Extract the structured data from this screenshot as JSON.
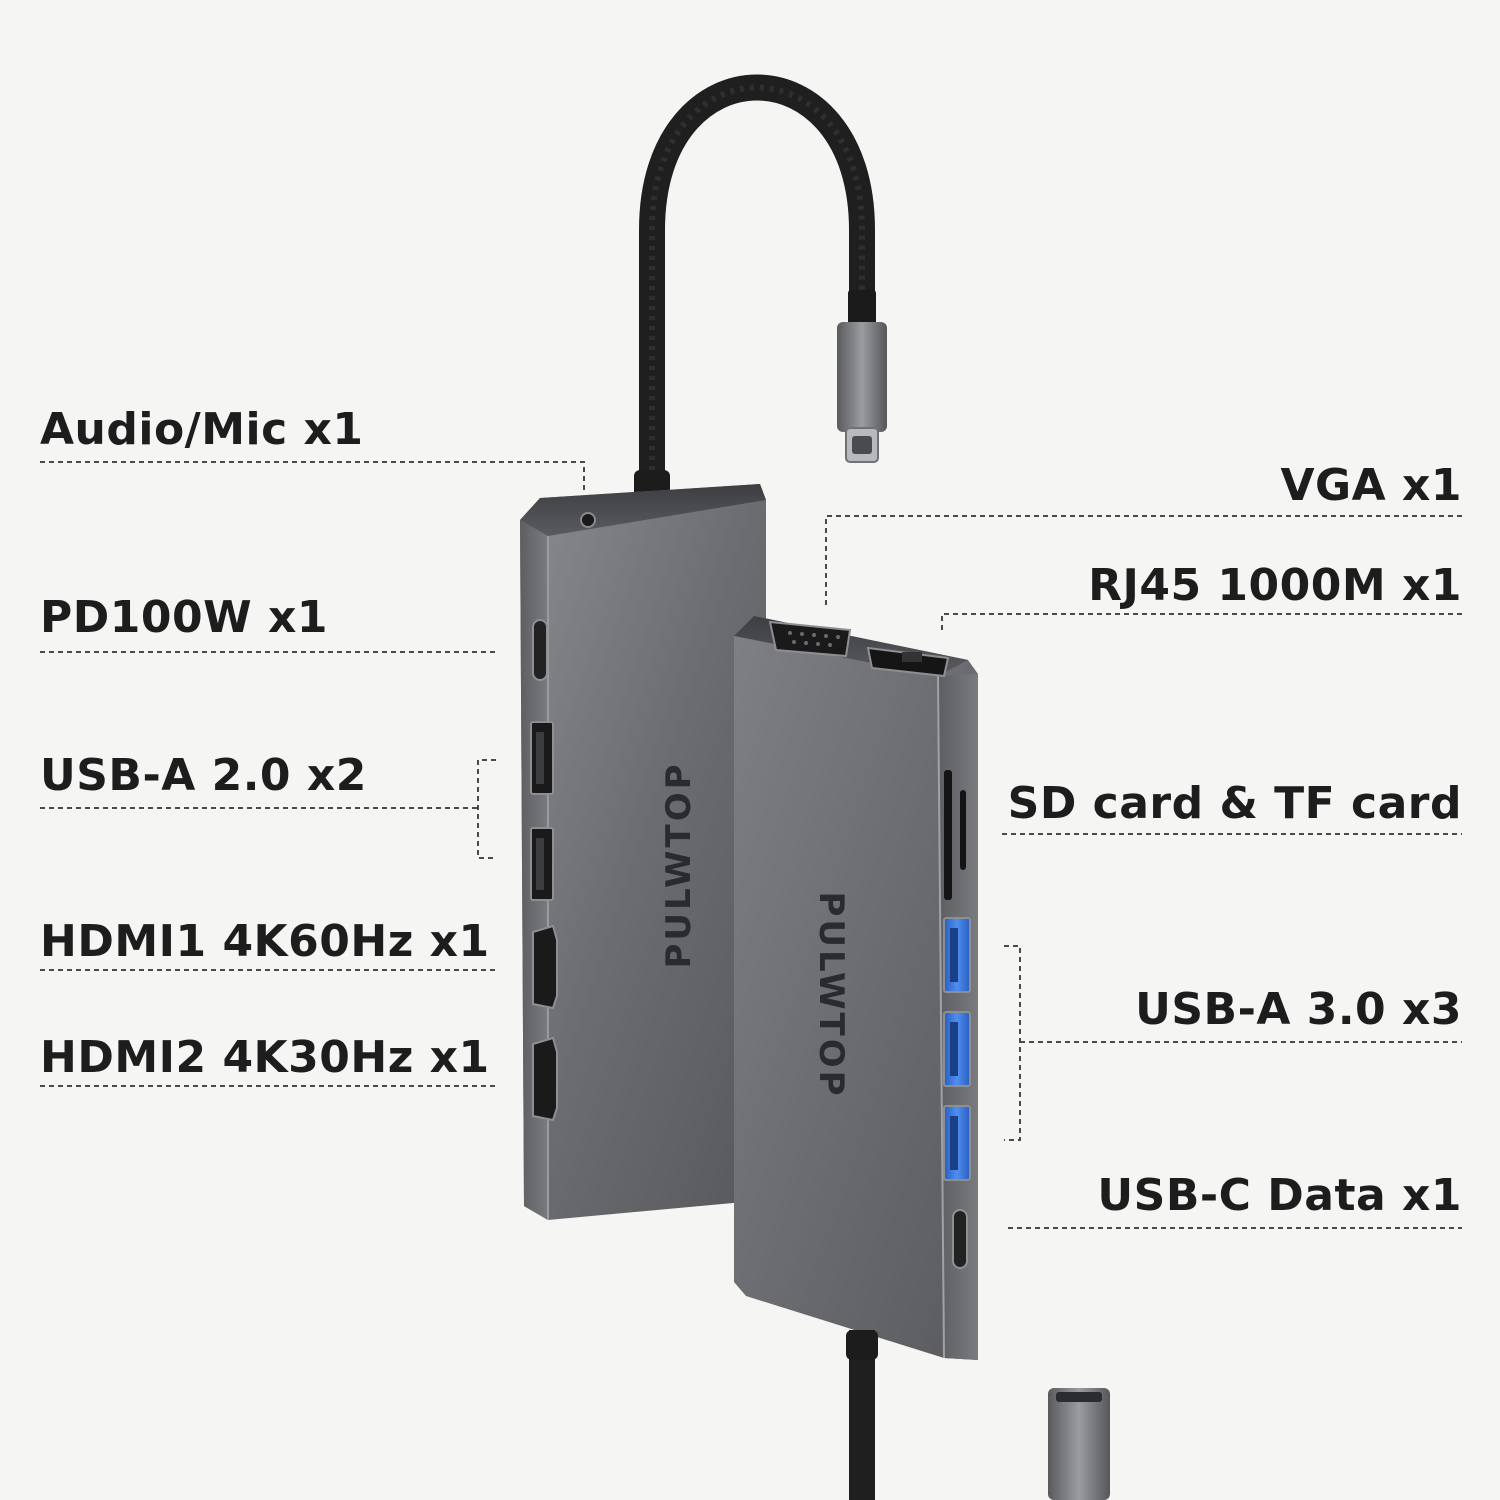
{
  "brand": "PULWTOP",
  "colors": {
    "background": "#f5f5f3",
    "label_text": "#1d1d1d",
    "hub_body": "#6e6f73",
    "usb3_blue": "#2f6fd6",
    "cable": "#1f1f1f"
  },
  "left_labels": [
    {
      "id": "audio",
      "text": "Audio/Mic x1"
    },
    {
      "id": "pd",
      "text": "PD100W x1"
    },
    {
      "id": "usb2",
      "text": "USB-A 2.0 x2"
    },
    {
      "id": "hdmi1",
      "text": "HDMI1 4K60Hz x1"
    },
    {
      "id": "hdmi2",
      "text": "HDMI2 4K30Hz x1"
    }
  ],
  "right_labels": [
    {
      "id": "vga",
      "text": "VGA x1"
    },
    {
      "id": "rj45",
      "text": "RJ45 1000M x1"
    },
    {
      "id": "sd",
      "text": "SD card & TF card"
    },
    {
      "id": "usb3",
      "text": "USB-A 3.0 x3"
    },
    {
      "id": "usbc",
      "text": "USB-C Data x1"
    }
  ]
}
